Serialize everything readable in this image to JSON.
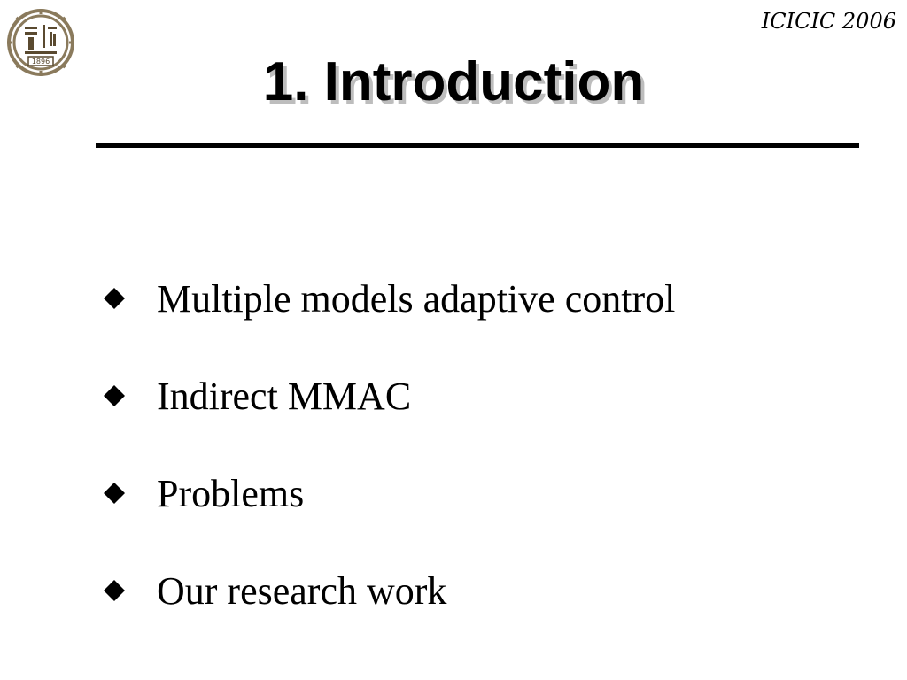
{
  "header": {
    "conference": "ICICIC 2006",
    "logo_icon": "university-seal-icon",
    "logo_text": "1896"
  },
  "slide": {
    "title": "1.  Introduction",
    "bullets": [
      {
        "text": "Multiple models adaptive control",
        "icon": "diamond-bullet-icon"
      },
      {
        "text": "Indirect MMAC",
        "icon": "diamond-bullet-icon"
      },
      {
        "text": "Problems",
        "icon": "diamond-bullet-icon"
      },
      {
        "text": "Our research work",
        "icon": "diamond-bullet-icon"
      }
    ]
  },
  "colors": {
    "text": "#000000",
    "title_shadow": "#bdbdbd",
    "seal_ring": "#8a7a5c",
    "seal_dark": "#5a4a30"
  }
}
